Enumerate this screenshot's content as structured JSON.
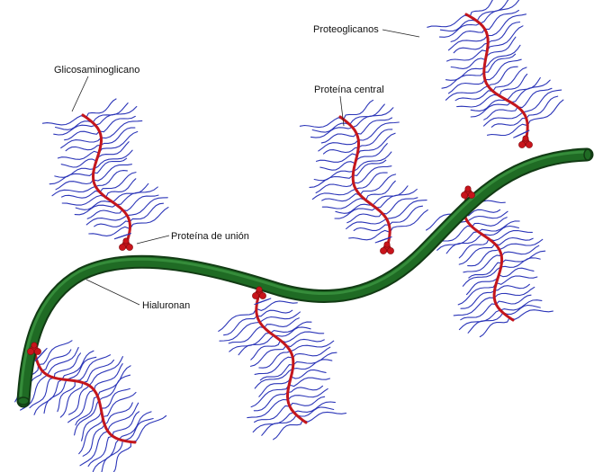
{
  "labels": {
    "proteoglycans": "Proteoglicanos",
    "gag": "Glicosaminoglicano",
    "core_protein": "Proteína central",
    "link_protein": "Proteína de unión",
    "hyaluronan": "Hialuronan"
  },
  "colors": {
    "hyaluronan": "#1f6b24",
    "core_protein": "#c4161c",
    "glycosaminoglycan": "#2b35b8",
    "link_protein": "#c8141b"
  }
}
